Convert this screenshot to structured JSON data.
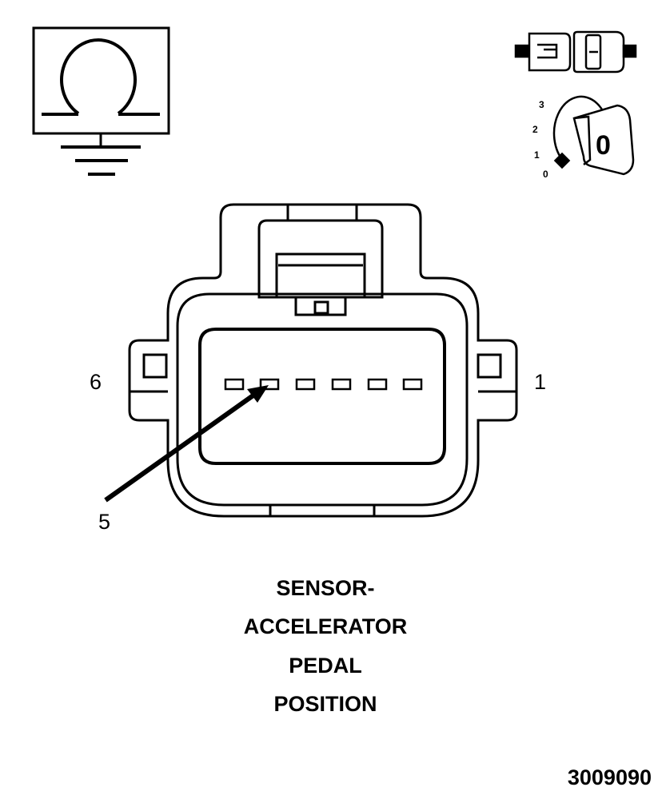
{
  "icons": {
    "ohmmeter": "ohmmeter-ground-icon",
    "connector_state": "disconnected-connector-icon",
    "ignition": "ignition-key-off-icon"
  },
  "ignition_positions": [
    "3",
    "2",
    "1",
    "0"
  ],
  "ignition_key_label": "0",
  "connector": {
    "pin_count": 6,
    "pin_labels": {
      "left": "6",
      "right": "1",
      "callout": "5"
    }
  },
  "caption": [
    "SENSOR-",
    "ACCELERATOR",
    "PEDAL",
    "POSITION"
  ],
  "figure_number": "3009090"
}
